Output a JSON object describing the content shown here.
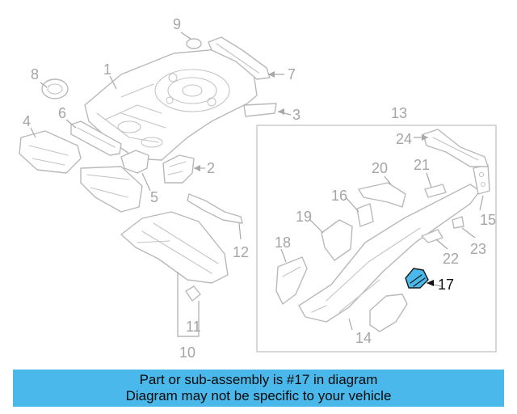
{
  "diagram": {
    "callouts": {
      "c1": "1",
      "c2": "2",
      "c3": "3",
      "c4": "4",
      "c5": "5",
      "c6": "6",
      "c7": "7",
      "c8": "8",
      "c9": "9",
      "c10": "10",
      "c11": "11",
      "c12": "12",
      "c13": "13",
      "c14": "14",
      "c15": "15",
      "c16": "16",
      "c17": "17",
      "c18": "18",
      "c19": "19",
      "c20": "20",
      "c21": "21",
      "c22": "22",
      "c23": "23",
      "c24": "24"
    },
    "highlighted_part": "17",
    "highlight_color": "#4ab8ea",
    "line_color": "#b9b9b9"
  },
  "banner": {
    "line1": "Part or sub-assembly is #17 in diagram",
    "line2": "Diagram may not be specific to your vehicle",
    "background": "#4ab8ea"
  }
}
